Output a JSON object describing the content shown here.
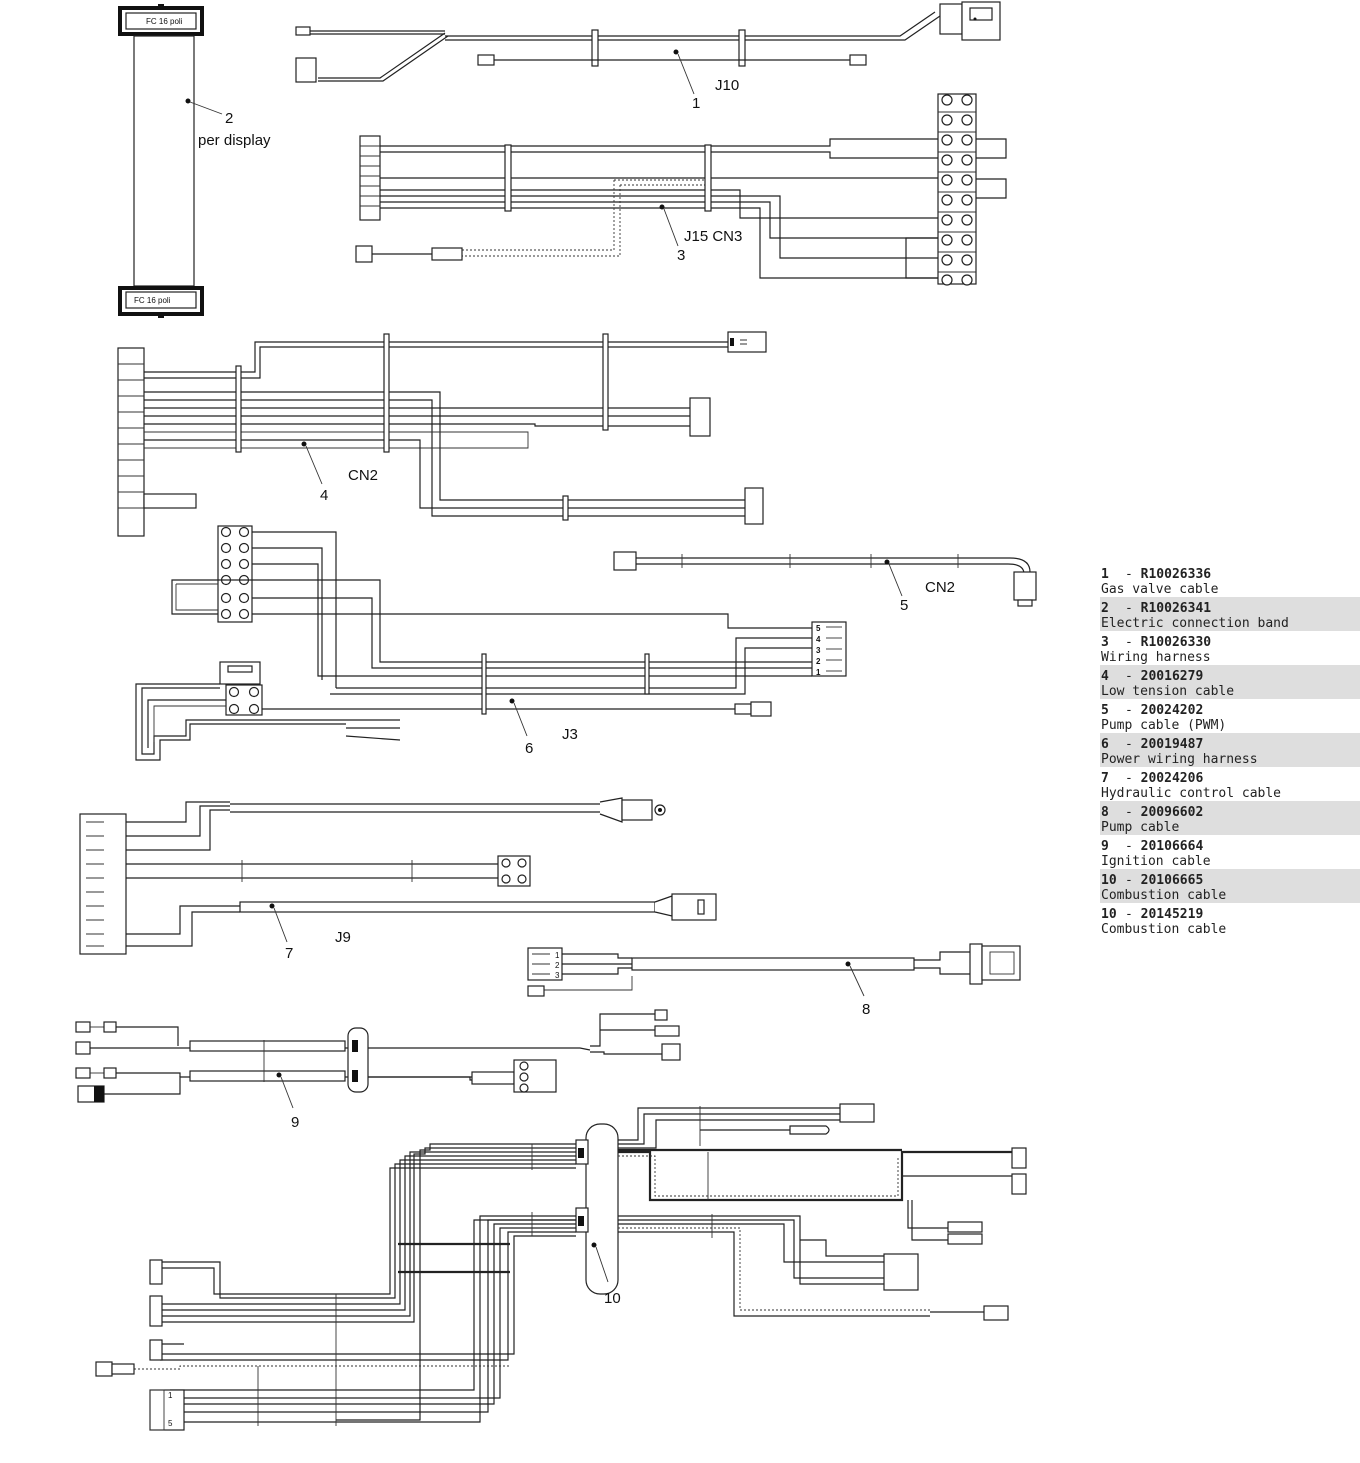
{
  "connectors": {
    "fc_top": "FC 16 poli",
    "fc_bottom": "FC 16 poli"
  },
  "callouts": {
    "c1": "1",
    "c2": "2",
    "c3": "3",
    "c4": "4",
    "c5": "5",
    "c6": "6",
    "c7": "7",
    "c8": "8",
    "c9": "9",
    "c10": "10"
  },
  "labels": {
    "per_display": "per display",
    "j10": "J10",
    "j15_cn3": "J15  CN3",
    "cn2_a": "CN2",
    "cn2_b": "CN2",
    "j3": "J3",
    "j9": "J9"
  },
  "pin_numbers": {
    "cable6": [
      "5",
      "4",
      "3",
      "2",
      "1"
    ],
    "cable8": [
      "1",
      "2",
      "3"
    ],
    "cable10": [
      "1",
      "5"
    ]
  },
  "legend": {
    "items": [
      {
        "num": "1",
        "code": "R10026336",
        "desc": "Gas valve cable"
      },
      {
        "num": "2",
        "code": "R10026341",
        "desc": "Electric connection band"
      },
      {
        "num": "3",
        "code": "R10026330",
        "desc": "Wiring harness"
      },
      {
        "num": "4",
        "code": "20016279",
        "desc": "Low tension cable"
      },
      {
        "num": "5",
        "code": "20024202",
        "desc": "Pump cable (PWM)"
      },
      {
        "num": "6",
        "code": "20019487",
        "desc": "Power wiring harness"
      },
      {
        "num": "7",
        "code": "20024206",
        "desc": "Hydraulic control cable"
      },
      {
        "num": "8",
        "code": "20096602",
        "desc": "Pump cable"
      },
      {
        "num": "9",
        "code": "20106664",
        "desc": "Ignition cable"
      },
      {
        "num": "10",
        "code": "20106665",
        "desc": "Combustion cable"
      },
      {
        "num": "10",
        "code": "20145219",
        "desc": "Combustion cable"
      }
    ]
  }
}
